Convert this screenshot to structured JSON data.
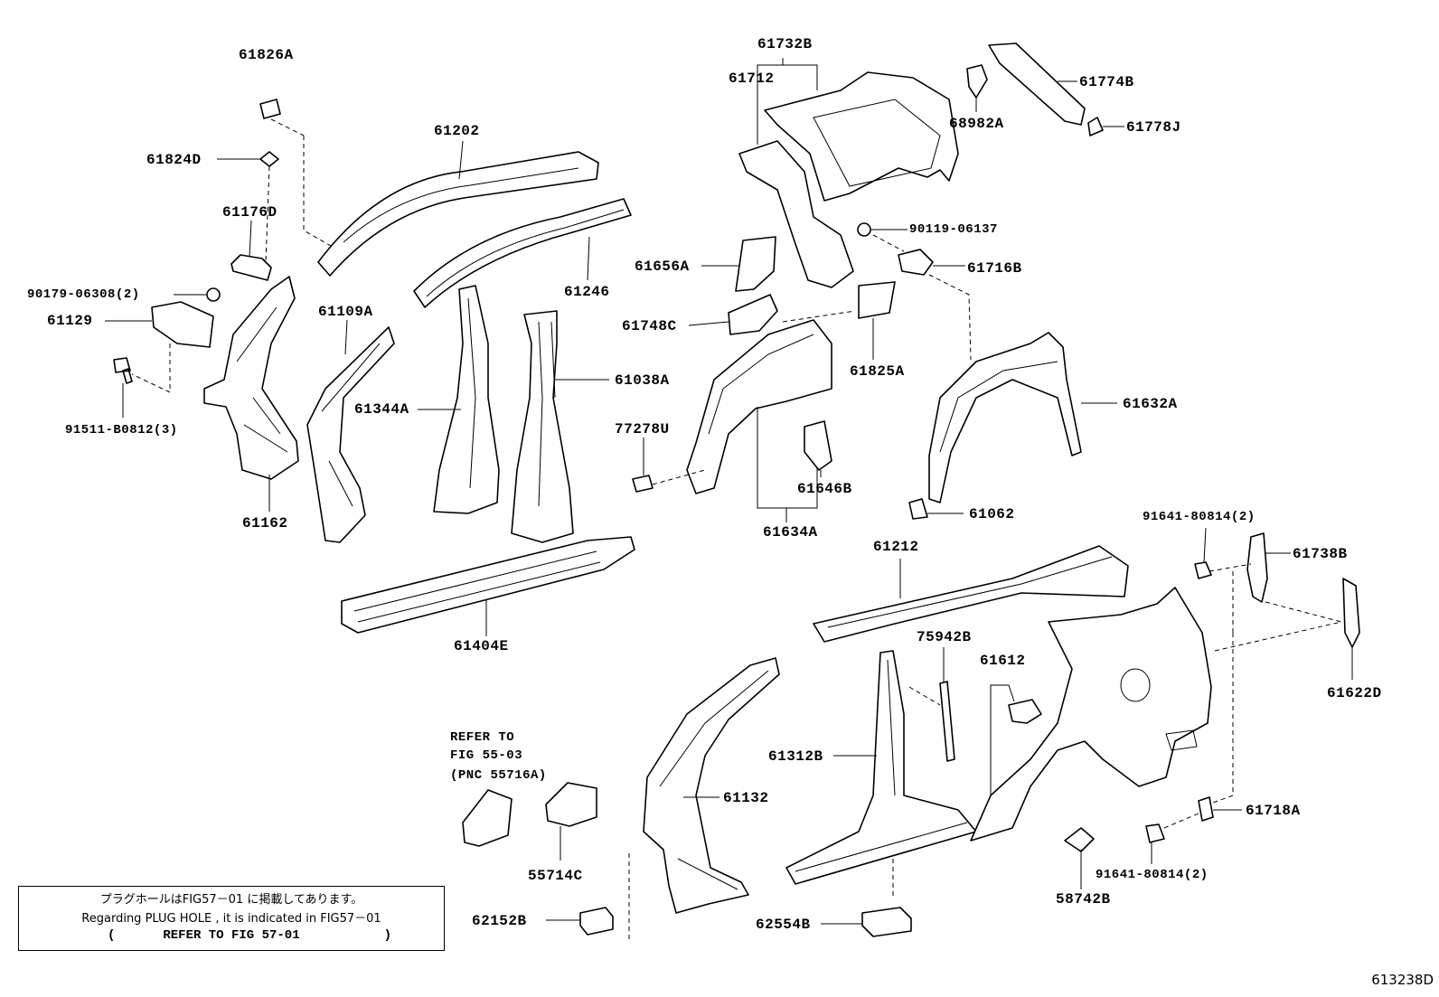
{
  "labels": [
    {
      "id": "61826A",
      "text": "61826A"
    },
    {
      "id": "61824D",
      "text": "61824D"
    },
    {
      "id": "61176D",
      "text": "61176D"
    },
    {
      "id": "90179-06308",
      "text": "90179-06308(2)"
    },
    {
      "id": "61129",
      "text": "61129"
    },
    {
      "id": "91511-B0812",
      "text": "91511-B0812(3)"
    },
    {
      "id": "61162",
      "text": "61162"
    },
    {
      "id": "61202",
      "text": "61202"
    },
    {
      "id": "61109A",
      "text": "61109A"
    },
    {
      "id": "61344A",
      "text": "61344A"
    },
    {
      "id": "61246",
      "text": "61246"
    },
    {
      "id": "61038A",
      "text": "61038A"
    },
    {
      "id": "61404E",
      "text": "61404E"
    },
    {
      "id": "61732B",
      "text": "61732B"
    },
    {
      "id": "61712",
      "text": "61712"
    },
    {
      "id": "61656A",
      "text": "61656A"
    },
    {
      "id": "61748C",
      "text": "61748C"
    },
    {
      "id": "77278U",
      "text": "77278U"
    },
    {
      "id": "61825A",
      "text": "61825A"
    },
    {
      "id": "61646B",
      "text": "61646B"
    },
    {
      "id": "61634A",
      "text": "61634A"
    },
    {
      "id": "90119-06137",
      "text": "90119-06137"
    },
    {
      "id": "61716B",
      "text": "61716B"
    },
    {
      "id": "61774B",
      "text": "61774B"
    },
    {
      "id": "68982A",
      "text": "68982A"
    },
    {
      "id": "61778J",
      "text": "61778J"
    },
    {
      "id": "61632A",
      "text": "61632A"
    },
    {
      "id": "61062",
      "text": "61062"
    },
    {
      "id": "61212",
      "text": "61212"
    },
    {
      "id": "91641-80814-top",
      "text": "91641-80814(2)"
    },
    {
      "id": "61738B",
      "text": "61738B"
    },
    {
      "id": "61622D",
      "text": "61622D"
    },
    {
      "id": "75942B",
      "text": "75942B"
    },
    {
      "id": "61612",
      "text": "61612"
    },
    {
      "id": "61312B",
      "text": "61312B"
    },
    {
      "id": "61132",
      "text": "61132"
    },
    {
      "id": "61718A",
      "text": "61718A"
    },
    {
      "id": "91641-80814-bottom",
      "text": "91641-80814(2)"
    },
    {
      "id": "58742B",
      "text": "58742B"
    },
    {
      "id": "62554B",
      "text": "62554B"
    },
    {
      "id": "62152B",
      "text": "62152B"
    },
    {
      "id": "55714C",
      "text": "55714C"
    }
  ],
  "refer_note": {
    "line1": "REFER TO",
    "line2": "FIG 55-03",
    "line3": "(PNC 55716A)"
  },
  "plug_hole_note": {
    "japanese": "プラグホールはFIG57－01 に掲載してあります。",
    "english": "Regarding PLUG HOLE , it is indicated in FIG57－01",
    "refer_open": "(",
    "refer_text": "REFER TO FIG 57-01",
    "refer_close": ")"
  },
  "figure_code": "613238D"
}
